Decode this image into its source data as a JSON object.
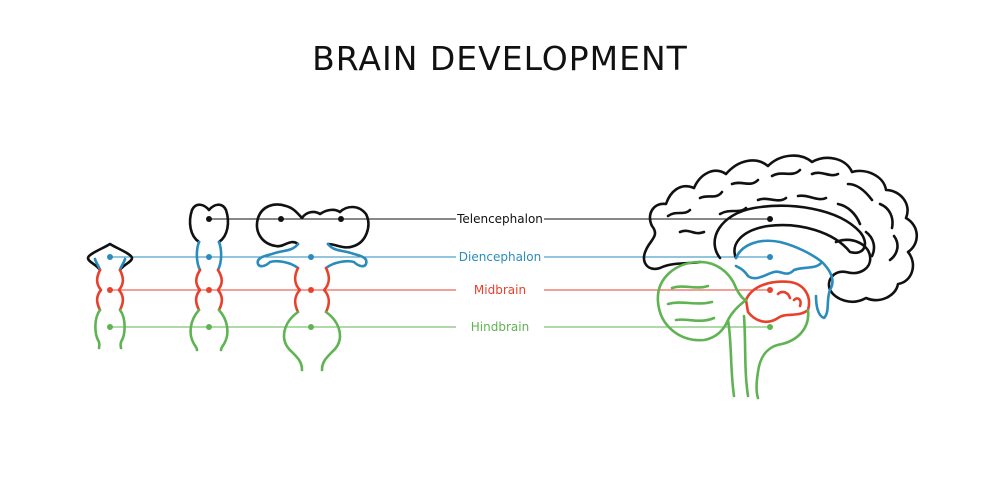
{
  "title": "BRAIN DEVELOPMENT",
  "colors": {
    "telencephalon": "#111111",
    "diencephalon": "#2a8bbd",
    "midbrain": "#e8402c",
    "hindbrain": "#5fb352",
    "background": "#ffffff"
  },
  "regions": [
    {
      "key": "telencephalon",
      "label": "Telencephalon",
      "color": "#111111"
    },
    {
      "key": "diencephalon",
      "label": "Diencephalon",
      "color": "#2a8bbd"
    },
    {
      "key": "midbrain",
      "label": "Midbrain",
      "color": "#e8402c"
    },
    {
      "key": "hindbrain",
      "label": "Hindbrain",
      "color": "#5fb352"
    }
  ]
}
